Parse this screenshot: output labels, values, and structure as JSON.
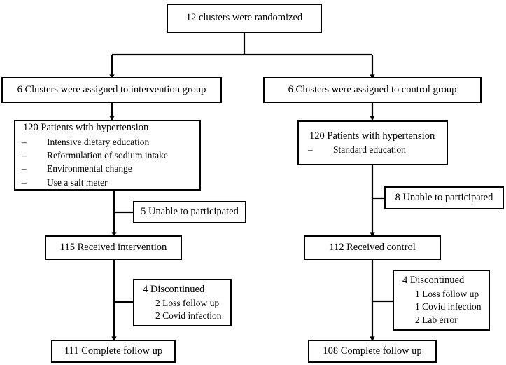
{
  "diagram": {
    "type": "consort-flow-diagram",
    "line_color": "#000000",
    "background": "#ffffff",
    "nodes": {
      "randomized": {
        "text": "12 clusters were randomized"
      },
      "intervention_assign": {
        "text": "6 Clusters were assigned to intervention group"
      },
      "control_assign": {
        "text": "6 Clusters were assigned to control group"
      },
      "intervention_patients": {
        "title": "120 Patients with hypertension",
        "items": [
          {
            "dash": "–",
            "label": "Intensive dietary education"
          },
          {
            "dash": "–",
            "label": "Reformulation of sodium intake"
          },
          {
            "dash": "–",
            "label": "Environmental change"
          },
          {
            "dash": "–",
            "label": "Use a salt meter"
          }
        ]
      },
      "control_patients": {
        "title": "120 Patients with hypertension",
        "items": [
          {
            "dash": "–",
            "label": "Standard education"
          }
        ]
      },
      "intervention_excluded": {
        "text": "5 Unable to participated"
      },
      "control_excluded": {
        "text": "8 Unable to participated"
      },
      "intervention_received": {
        "text": "115 Received intervention"
      },
      "control_received": {
        "text": "112 Received control"
      },
      "intervention_discontinued": {
        "title": "4 Discontinued",
        "items": [
          "2 Loss follow up",
          "2 Covid infection"
        ]
      },
      "control_discontinued": {
        "title": "4 Discontinued",
        "items": [
          "1 Loss follow up",
          "1 Covid infection",
          "2 Lab error"
        ]
      },
      "intervention_complete": {
        "text": "111 Complete follow up"
      },
      "control_complete": {
        "text": "108 Complete follow up"
      }
    }
  }
}
